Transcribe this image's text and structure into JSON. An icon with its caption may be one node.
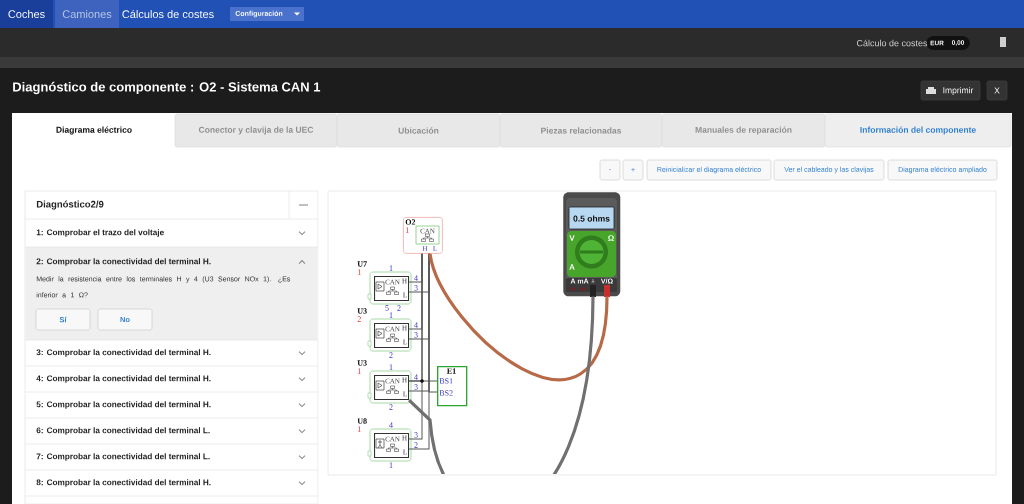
{
  "diagram": {
    "title": "Diagnóstico de componente : O2 - Sistema CAN 1",
    "nodes": [
      {
        "text": [
          "O2",
          "1",
          "CAN",
          "H",
          "L"
        ]
      },
      {
        "text": [
          "U7",
          "1",
          "CAN",
          "H",
          "L",
          "1"
        ],
        "beside": [
          "4",
          "3",
          "5",
          "2"
        ]
      },
      {
        "text": [
          "U3",
          "2",
          "CAN",
          "H",
          "L",
          "1"
        ],
        "beside": [
          "4",
          "3",
          "2"
        ]
      },
      {
        "text": [
          "U3",
          "1",
          "CAN",
          "H",
          "L",
          "1"
        ],
        "beside": [
          "4",
          "3",
          "2"
        ]
      },
      {
        "text": [
          "U8",
          "1",
          "CAN",
          "H",
          "L",
          "4"
        ],
        "beside": [
          "3",
          "2",
          "1"
        ]
      },
      {
        "text": [
          "E1",
          "BS1",
          "BS2"
        ]
      },
      {
        "text": [
          "0.5 ohms",
          "V",
          "Ω",
          "A",
          "A",
          "mA",
          "V/Ω"
        ]
      }
    ],
    "edges": [
      {
        "from": 0,
        "to": 1,
        "arrow": "none"
      },
      {
        "from": 0,
        "to": 1,
        "arrow": "none"
      },
      {
        "from": 0,
        "to": 2,
        "arrow": "none"
      },
      {
        "from": 0,
        "to": 2,
        "arrow": "none"
      },
      {
        "from": 0,
        "to": 3,
        "arrow": "none"
      },
      {
        "from": 0,
        "to": 3,
        "arrow": "none"
      },
      {
        "from": 0,
        "to": 4,
        "arrow": "none"
      },
      {
        "from": 0,
        "to": 4,
        "arrow": "none"
      },
      {
        "from": 3,
        "to": 5,
        "arrow": "none"
      },
      {
        "from": 0,
        "to": 5,
        "arrow": "none"
      },
      {
        "from": 6,
        "to": 0,
        "arrow": "none",
        "style": "thick",
        "color": "#b86a48"
      },
      {
        "from": 6,
        "to": 3,
        "arrow": "none",
        "style": "thick",
        "color": "#707070"
      }
    ],
    "labels": [
      "Coches",
      "Camiones",
      "Cálculos de costes",
      "Configuración",
      "Cálculo de costes",
      "EUR",
      "0,00",
      "Imprimir",
      "X",
      "Diagrama eléctrico",
      "Conector y clavija de la UEC",
      "Ubicación",
      "Piezas relacionadas",
      "Manuales de reparación",
      "Información del componente",
      "-",
      "+",
      "Reinicializar el diagrama eléctrico",
      "Ver el cableado y las clavijas",
      "Diagrama eléctrico ampliado",
      "Diagnóstico2/9",
      "1: Comprobar el trazo del voltaje",
      "2: Comprobar la conectividad del terminal H.",
      "Medir la resistencia entre los terminales H y 4 (U3 Sensor NOx 1). ¿Es inferior a 1 Ω?",
      "Sí",
      "No",
      "3: Comprobar la conectividad del terminal H.",
      "4: Comprobar la conectividad del terminal H.",
      "5: Comprobar la conectividad del terminal H.",
      "6: Comprobar la conectividad del terminal L.",
      "7: Comprobar la conectividad del terminal L.",
      "8: Comprobar la conectividad del terminal H."
    ]
  }
}
